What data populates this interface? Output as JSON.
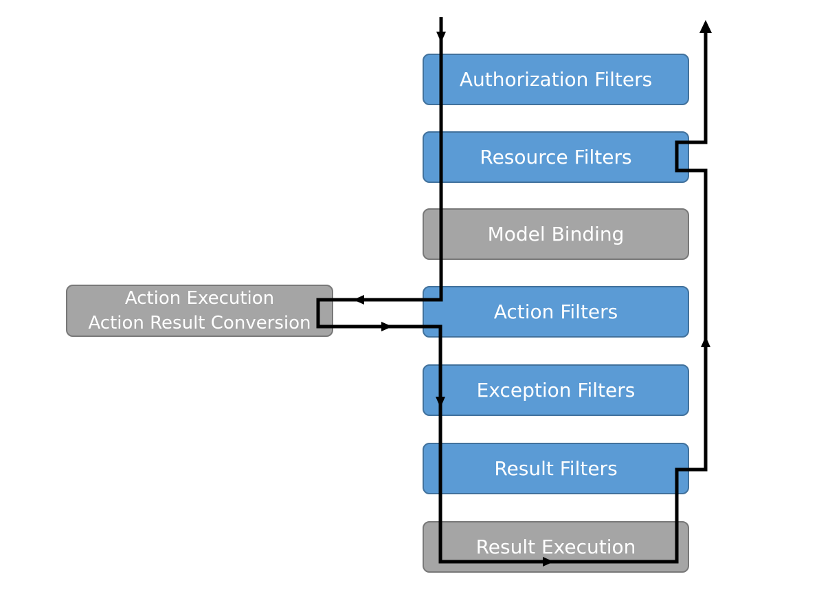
{
  "diagram": {
    "stages": [
      {
        "label": "Authorization Filters",
        "kind": "filter"
      },
      {
        "label": "Resource Filters",
        "kind": "filter"
      },
      {
        "label": "Model Binding",
        "kind": "step"
      },
      {
        "label": "Action Filters",
        "kind": "filter"
      },
      {
        "label": "Exception Filters",
        "kind": "filter"
      },
      {
        "label": "Result Filters",
        "kind": "filter"
      },
      {
        "label": "Result Execution",
        "kind": "step"
      }
    ],
    "side_step": {
      "line1": "Action Execution",
      "line2": "Action Result Conversion",
      "kind": "step"
    },
    "colors": {
      "filter_fill": "#5b9bd5",
      "filter_border": "#41719c",
      "step_fill": "#a5a5a5",
      "step_border": "#787878",
      "flow_line": "#000000",
      "text": "#ffffff"
    }
  }
}
